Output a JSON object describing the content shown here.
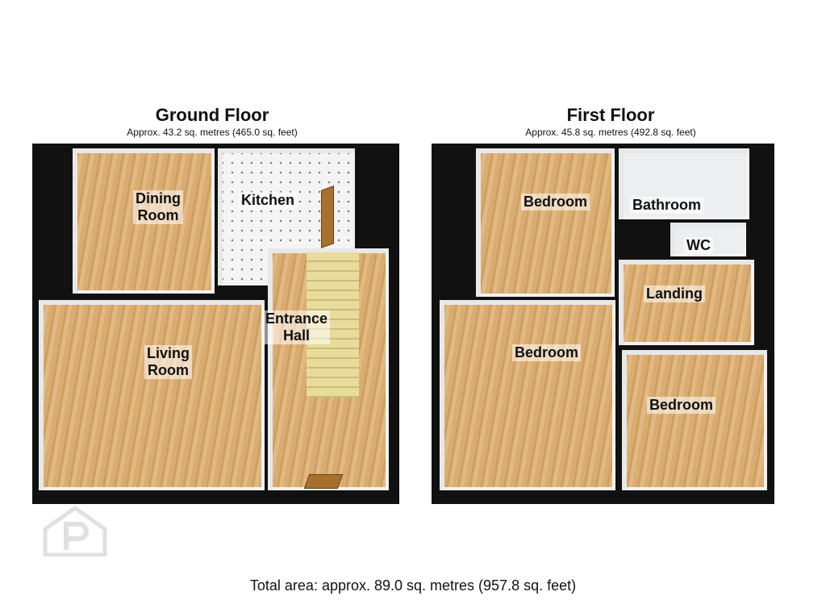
{
  "ground_floor": {
    "title": "Ground Floor",
    "area": "Approx. 43.2 sq. metres (465.0 sq. feet)",
    "rooms": [
      "Dining\nRoom",
      "Kitchen",
      "Living\nRoom",
      "Entrance\nHall"
    ]
  },
  "first_floor": {
    "title": "First Floor",
    "area": "Approx. 45.8 sq. metres (492.8 sq. feet)",
    "rooms": [
      "Bedroom",
      "Bathroom",
      "WC",
      "Landing",
      "Bedroom",
      "Bedroom"
    ]
  },
  "total_area": "Total area: approx. 89.0 sq. metres (957.8 sq. feet)"
}
